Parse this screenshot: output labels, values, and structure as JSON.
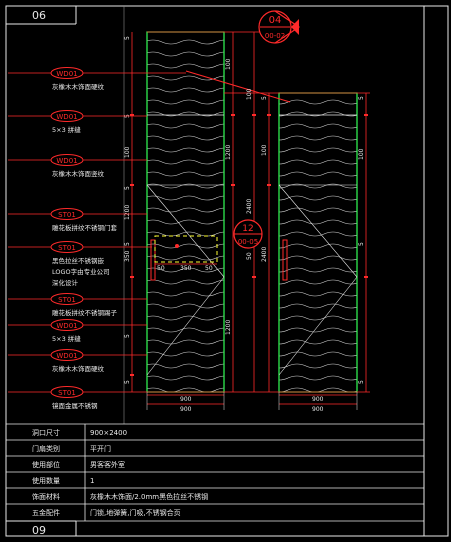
{
  "sheet": {
    "number_top": "06",
    "number_bottom": "09"
  },
  "callouts": [
    {
      "id": "c1",
      "code": "WD01",
      "note": "灰橡木木饰面硬纹"
    },
    {
      "id": "c2",
      "code": "WD01",
      "note": "5×3 拼缝"
    },
    {
      "id": "c3",
      "code": "WD01",
      "note": "灰橡木木饰面竖纹"
    },
    {
      "id": "c4",
      "code": "ST01",
      "note": "雕花板拼纹不锈钢门套"
    },
    {
      "id": "c5",
      "code": "ST01",
      "note": "黑色拉丝不锈钢嵌",
      "note2": "LOGO字由专业公司",
      "note3": "深化设计"
    },
    {
      "id": "c6",
      "code": "ST01",
      "note": "雕花板拼纹不锈钢踢子"
    },
    {
      "id": "c7",
      "code": "WD01",
      "note": "5×3 拼缝"
    },
    {
      "id": "c8",
      "code": "WD01",
      "note": "灰橡木木饰面硬纹"
    },
    {
      "id": "c9",
      "code": "ST01",
      "note": "镜面金属不锈钢"
    }
  ],
  "section_marks": [
    {
      "id": "s1",
      "top": "04",
      "bottom": "00-02"
    },
    {
      "id": "s2",
      "top": "12",
      "bottom": "00-05"
    }
  ],
  "dims": {
    "left_vertical": [
      "5",
      "5",
      "100",
      "5",
      "1200",
      "5",
      "350",
      "5",
      "5"
    ],
    "mid_vertical": [
      "100",
      "2400",
      "1200",
      "1200",
      "50",
      "100"
    ],
    "right_vertical": [
      "5",
      "100",
      "2400",
      "5",
      "100",
      "5",
      "5"
    ],
    "door_left": [
      "50",
      "350",
      "50"
    ],
    "bottom_left": [
      "900",
      "900"
    ],
    "bottom_right": [
      "900",
      "900"
    ]
  },
  "spec_table": {
    "rows": [
      {
        "label": "洞口尺寸",
        "value": "900×2400"
      },
      {
        "label": "门扇类别",
        "value": "平开门"
      },
      {
        "label": "使用部位",
        "value": "男客客外室"
      },
      {
        "label": "使用数量",
        "value": "1"
      },
      {
        "label": "饰面材料",
        "value": "灰橡木木饰面/2.0mm黑色拉丝不锈钢"
      },
      {
        "label": "五金配件",
        "value": "门锁,地弹簧,门吸,不锈钢合页"
      }
    ]
  },
  "colors": {
    "red": "#ff2a2a",
    "green": "#33ff55",
    "yellow": "#ffff33",
    "white": "#e8e8e8",
    "grain": "#cfcfcf",
    "gray": "#8a8a8a"
  }
}
